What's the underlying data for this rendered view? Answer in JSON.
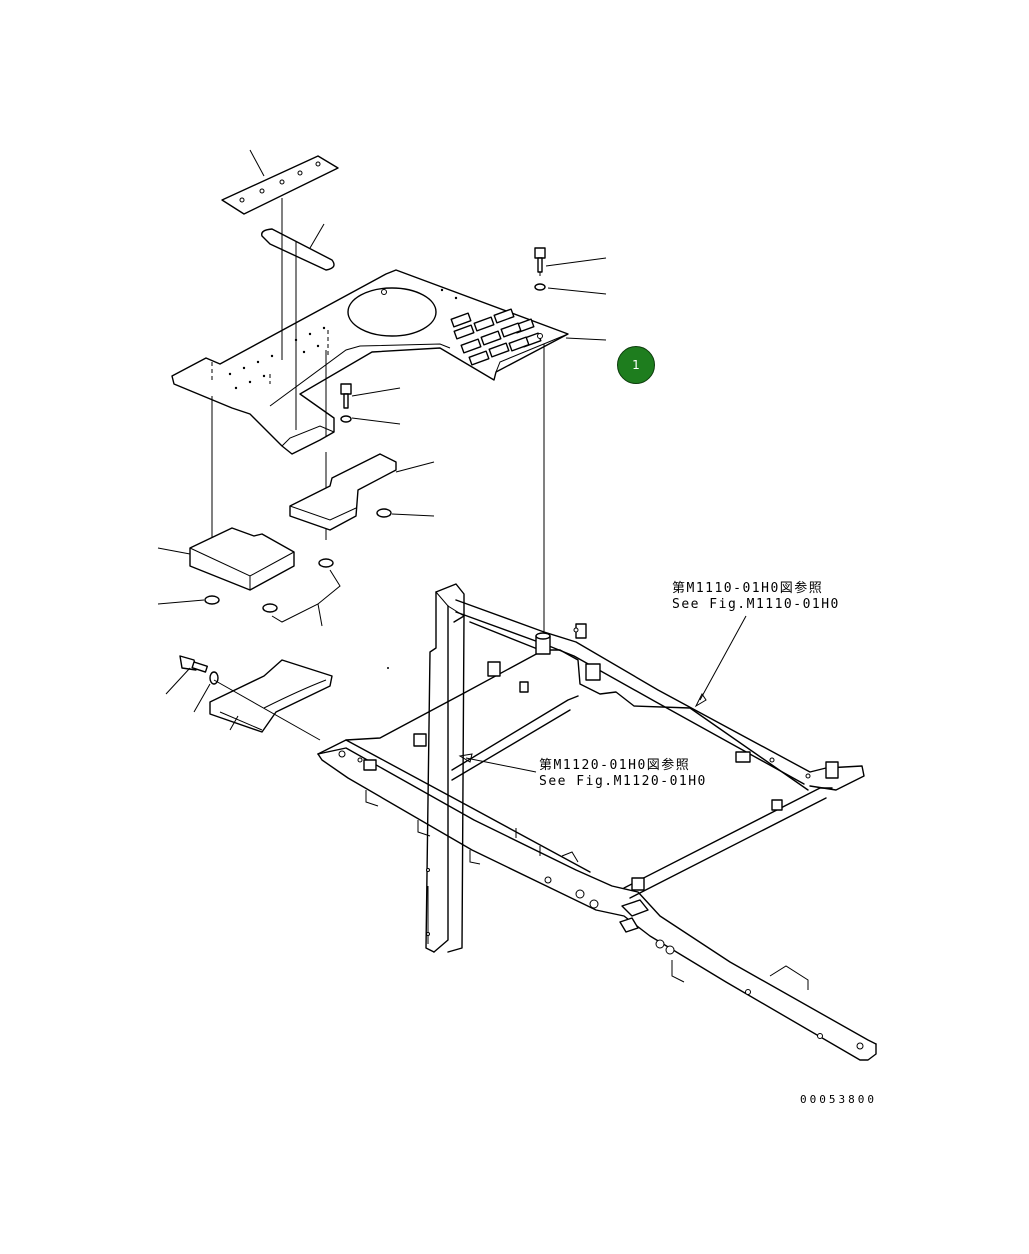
{
  "diagram": {
    "references": [
      {
        "jp": "第M1110-01H0図参照",
        "en": "See Fig.M1110-01H0"
      },
      {
        "jp": "第M1120-01H0図参照",
        "en": "See Fig.M1120-01H0"
      }
    ],
    "callout_label": "1",
    "drawing_number": "00053800"
  }
}
